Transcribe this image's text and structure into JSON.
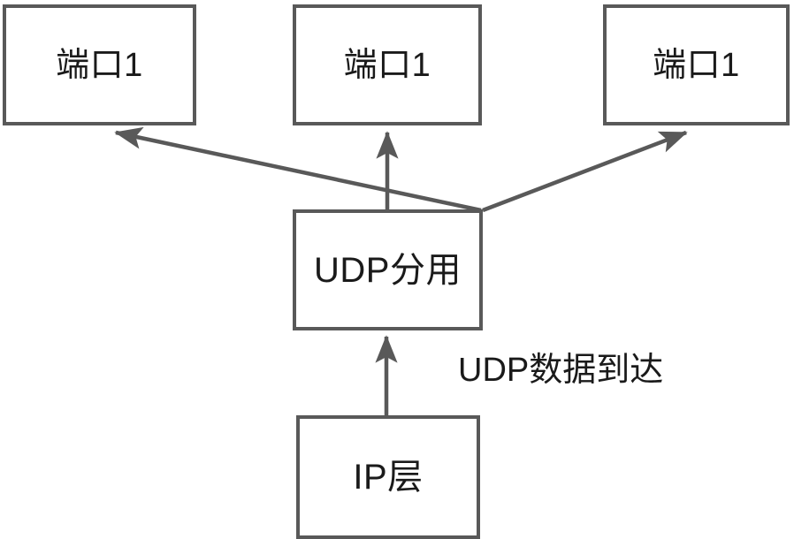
{
  "diagram": {
    "title": "UDP分用",
    "background_color": "#ffffff",
    "stroke_color": "#595959",
    "text_color": "#1a1a1a",
    "nodes": [
      {
        "id": "port-1",
        "label": "端口1"
      },
      {
        "id": "port-2",
        "label": "端口1"
      },
      {
        "id": "port-3",
        "label": "端口1"
      },
      {
        "id": "udp-demux",
        "label": "UDP分用"
      },
      {
        "id": "ip-layer",
        "label": "IP层"
      }
    ],
    "edges": [
      {
        "id": "edge-udp-to-port-1",
        "from": "udp-demux",
        "to": "port-1",
        "label": ""
      },
      {
        "id": "edge-udp-to-port-2",
        "from": "udp-demux",
        "to": "port-2",
        "label": ""
      },
      {
        "id": "edge-udp-to-port-3",
        "from": "udp-demux",
        "to": "port-3",
        "label": ""
      },
      {
        "id": "edge-ip-to-udp",
        "from": "ip-layer",
        "to": "udp-demux",
        "label": "UDP数据到达"
      }
    ],
    "edge_labels": {
      "udp_data_arrival": "UDP数据到达"
    }
  }
}
